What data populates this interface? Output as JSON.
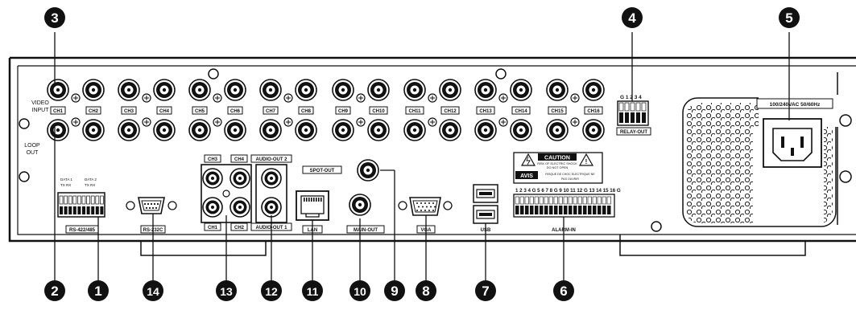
{
  "callouts": [
    "1",
    "2",
    "3",
    "4",
    "5",
    "6",
    "7",
    "8",
    "9",
    "10",
    "11",
    "12",
    "13",
    "14"
  ],
  "video": {
    "input_label": "VIDEO\nINPUT",
    "loop_label": "LOOP\nOUT",
    "channels": [
      "CH1",
      "CH2",
      "CH3",
      "CH4",
      "CH5",
      "CH6",
      "CH7",
      "CH8",
      "CH9",
      "CH10",
      "CH11",
      "CH12",
      "CH13",
      "CH14",
      "CH15",
      "CH16"
    ]
  },
  "relay": {
    "pins": "G 1 2 3 4",
    "label": "RELAY-OUT"
  },
  "power": {
    "label": "100/240VAC 50/60Hz"
  },
  "rs422": {
    "data1": "DATA 1",
    "data2": "DATA 2",
    "pins1": "TX RX",
    "pins2": "TX RX",
    "label": "RS-422/485"
  },
  "rs232c": {
    "label": "RS-232C"
  },
  "audio": {
    "ch3": "CH3",
    "ch4": "CH4",
    "ch1": "CH1",
    "ch2": "CH2",
    "out2": "AUDIO-OUT 2",
    "out1": "AUDIO-OUT 1"
  },
  "lan": {
    "label": "LAN"
  },
  "spot": {
    "label": "SPOT-OUT"
  },
  "main": {
    "label": "MAIN-OUT"
  },
  "vga": {
    "label": "VGA"
  },
  "usb": {
    "label": "USB"
  },
  "caution": {
    "title": "CAUTION",
    "line1": "RISK OF ELECTRIC SHOCK",
    "line2": "DO NOT OPEN",
    "avis": "AVIS",
    "avis_line1": "RISQUE DE CHOC ELECTRIQUE NE",
    "avis_line2": "PAS OUVRIR"
  },
  "alarm": {
    "numbers": "1 2 3 4 G 5 6 7 8 G 9 10 11 12 G 13 14 15 16 G",
    "label": "ALARM-IN"
  }
}
